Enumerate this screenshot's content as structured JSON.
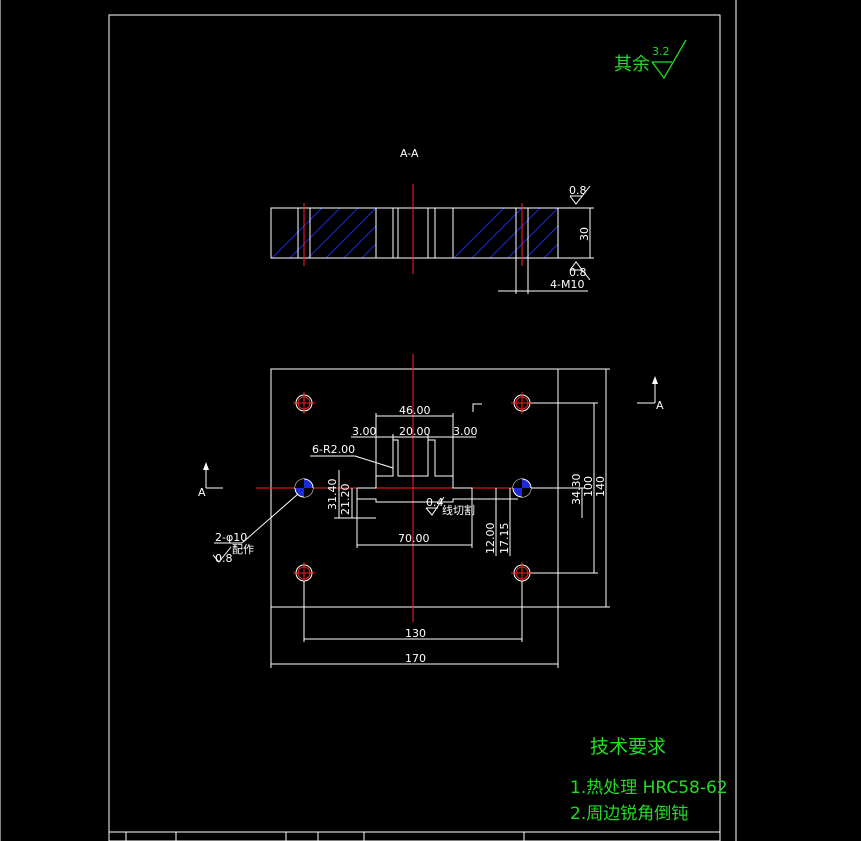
{
  "drawing": {
    "roughness_note": {
      "label": "其余",
      "value": "3.2"
    },
    "section_label": "A-A",
    "section_marker": "A",
    "section_view": {
      "thickness": "30",
      "thread_note": "4-M10",
      "surface_top": "0.8",
      "surface_bottom": "0.8"
    },
    "plan_view": {
      "dims": {
        "d46": "46.00",
        "d3a": "3.00",
        "d20": "20.00",
        "d3b": "3.00",
        "r2": "6-R2.00",
        "d3140": "31.40",
        "d2120": "21.20",
        "d70": "70.00",
        "d1200": "12.00",
        "d1715": "17.15",
        "d3430": "34.30",
        "d100": "100",
        "d140": "140",
        "d130": "130",
        "d170": "170",
        "hole_note": "2-φ10",
        "hole_sub": "配作",
        "hole_rough": "0.8",
        "slot_rough": "0.4",
        "slot_note": "线切割"
      }
    },
    "tech_req": {
      "title": "技术要求",
      "items": [
        "1.热处理 HRC58-62",
        "2.周边锐角倒钝"
      ]
    }
  }
}
